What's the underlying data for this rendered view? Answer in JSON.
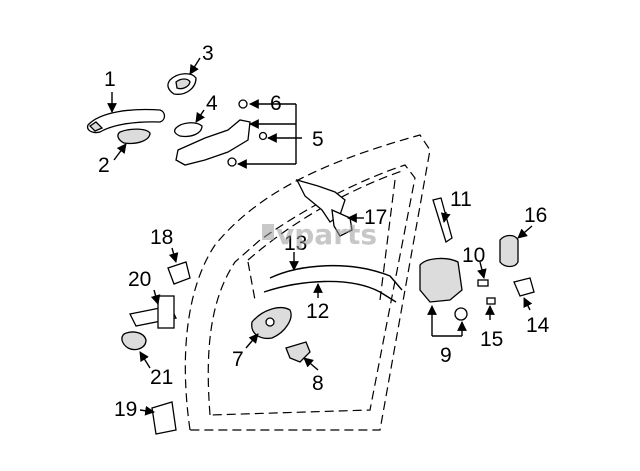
{
  "watermark": {
    "text": "vparts"
  },
  "callouts": {
    "c1": "1",
    "c2": "2",
    "c3": "3",
    "c4": "4",
    "c5": "5",
    "c6": "6",
    "c7": "7",
    "c8": "8",
    "c9": "9",
    "c10": "10",
    "c11": "11",
    "c12": "12",
    "c13": "13",
    "c14": "14",
    "c15": "15",
    "c16": "16",
    "c17": "17",
    "c18": "18",
    "c19": "19",
    "c20": "20",
    "c21": "21"
  }
}
